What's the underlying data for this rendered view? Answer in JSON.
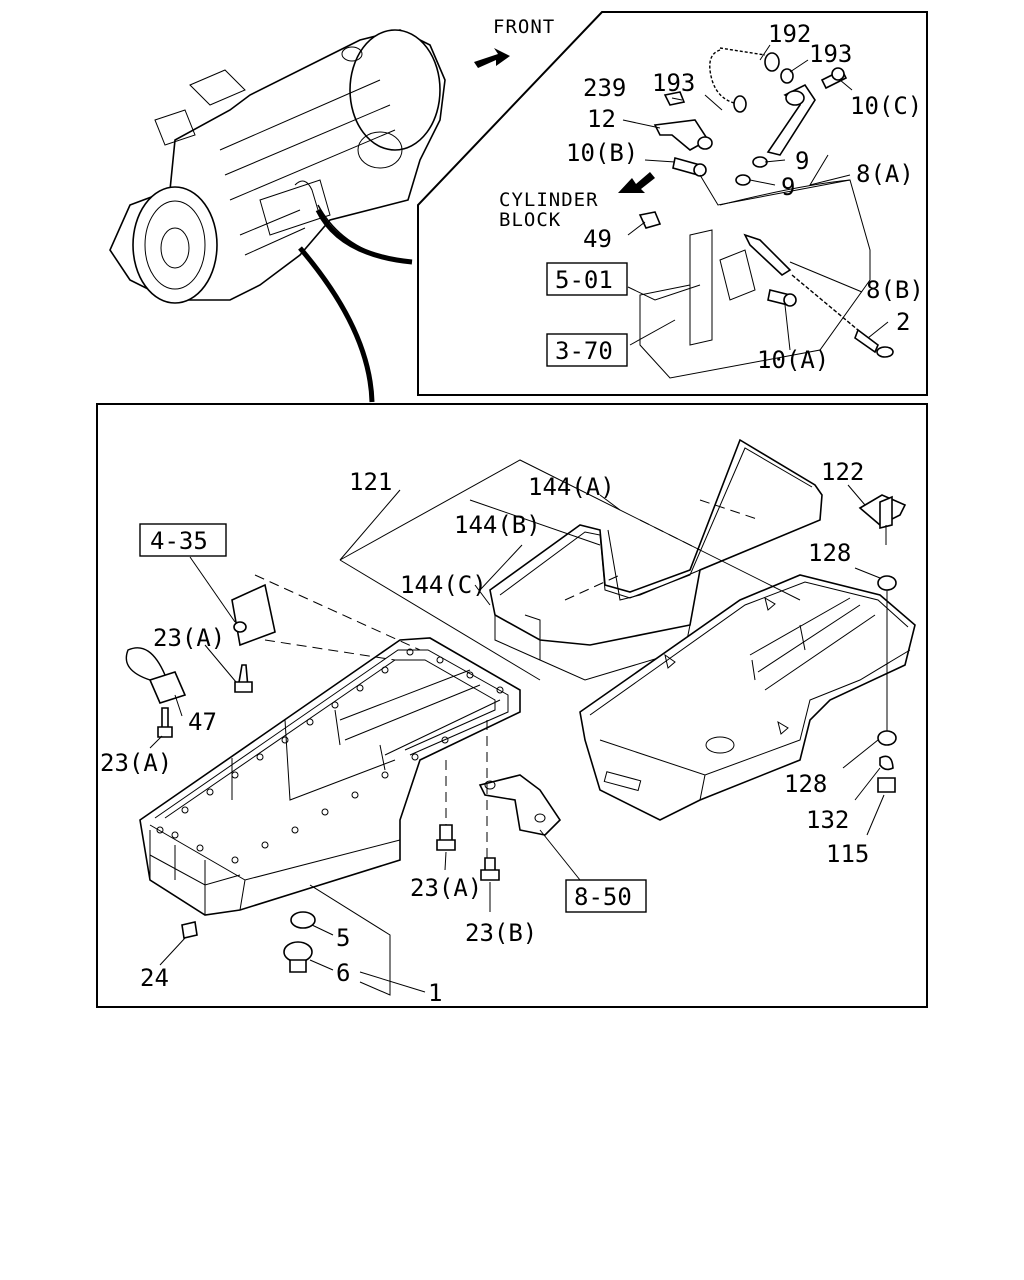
{
  "direction": {
    "front": "FRONT",
    "cylinder_block_line1": "CYLINDER",
    "cylinder_block_line2": "BLOCK"
  },
  "refs": {
    "r501": "5-01",
    "r370": "3-70",
    "r435": "4-35",
    "r850": "8-50"
  },
  "callouts_upper": {
    "c192": "192",
    "c193a": "193",
    "c193b": "193",
    "c239": "239",
    "c12": "12",
    "c10c": "10(C)",
    "c10b": "10(B)",
    "c9a": "9",
    "c9b": "9",
    "c8a": "8(A)",
    "c49": "49",
    "c8b": "8(B)",
    "c2": "2",
    "c10a": "10(A)"
  },
  "callouts_lower": {
    "c121": "121",
    "c144a": "144(A)",
    "c144b": "144(B)",
    "c144c": "144(C)",
    "c122": "122",
    "c128a": "128",
    "c128b": "128",
    "c132": "132",
    "c115": "115",
    "c23a1": "23(A)",
    "c23a2": "23(A)",
    "c23a3": "23(A)",
    "c23b": "23(B)",
    "c47": "47",
    "c24": "24",
    "c5": "5",
    "c6": "6",
    "c1": "1"
  }
}
